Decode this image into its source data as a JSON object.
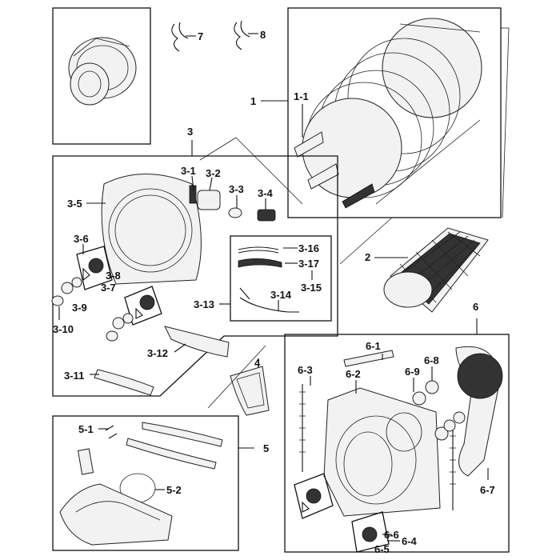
{
  "labels": {
    "l1": "1",
    "l1_1": "1-1",
    "l2": "2",
    "l3": "3",
    "l3_1": "3-1",
    "l3_2": "3-2",
    "l3_3": "3-3",
    "l3_4": "3-4",
    "l3_5": "3-5",
    "l3_6": "3-6",
    "l3_7": "3-7",
    "l3_8": "3-8",
    "l3_9": "3-9",
    "l3_10": "3-10",
    "l3_11": "3-11",
    "l3_12": "3-12",
    "l3_13": "3-13",
    "l3_14": "3-14",
    "l3_15": "3-15",
    "l3_16": "3-16",
    "l3_17": "3-17",
    "l4": "4",
    "l5": "5",
    "l5_1": "5-1",
    "l5_2": "5-2",
    "l6": "6",
    "l6_1": "6-1",
    "l6_2": "6-2",
    "l6_3": "6-3",
    "l6_4": "6-4",
    "l6_5": "6-5",
    "l6_6": "6-6",
    "l6_7": "6-7",
    "l6_8": "6-8",
    "l6_9": "6-9",
    "l7": "7",
    "l8": "8"
  }
}
